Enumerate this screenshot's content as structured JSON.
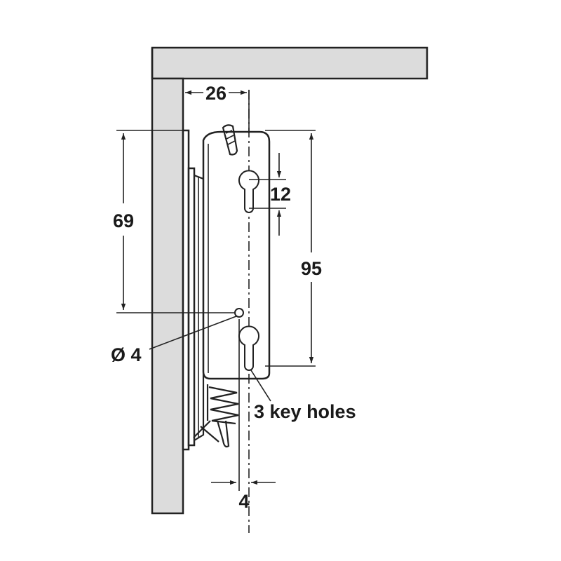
{
  "dimensions": {
    "width_from_panel": "26",
    "top_spacing": "69",
    "keyhole_slot": "12",
    "keyhole_pitch": "95",
    "offset": "4"
  },
  "callouts": {
    "pin_hole": "Ø 4",
    "key_holes": "3 key holes"
  }
}
